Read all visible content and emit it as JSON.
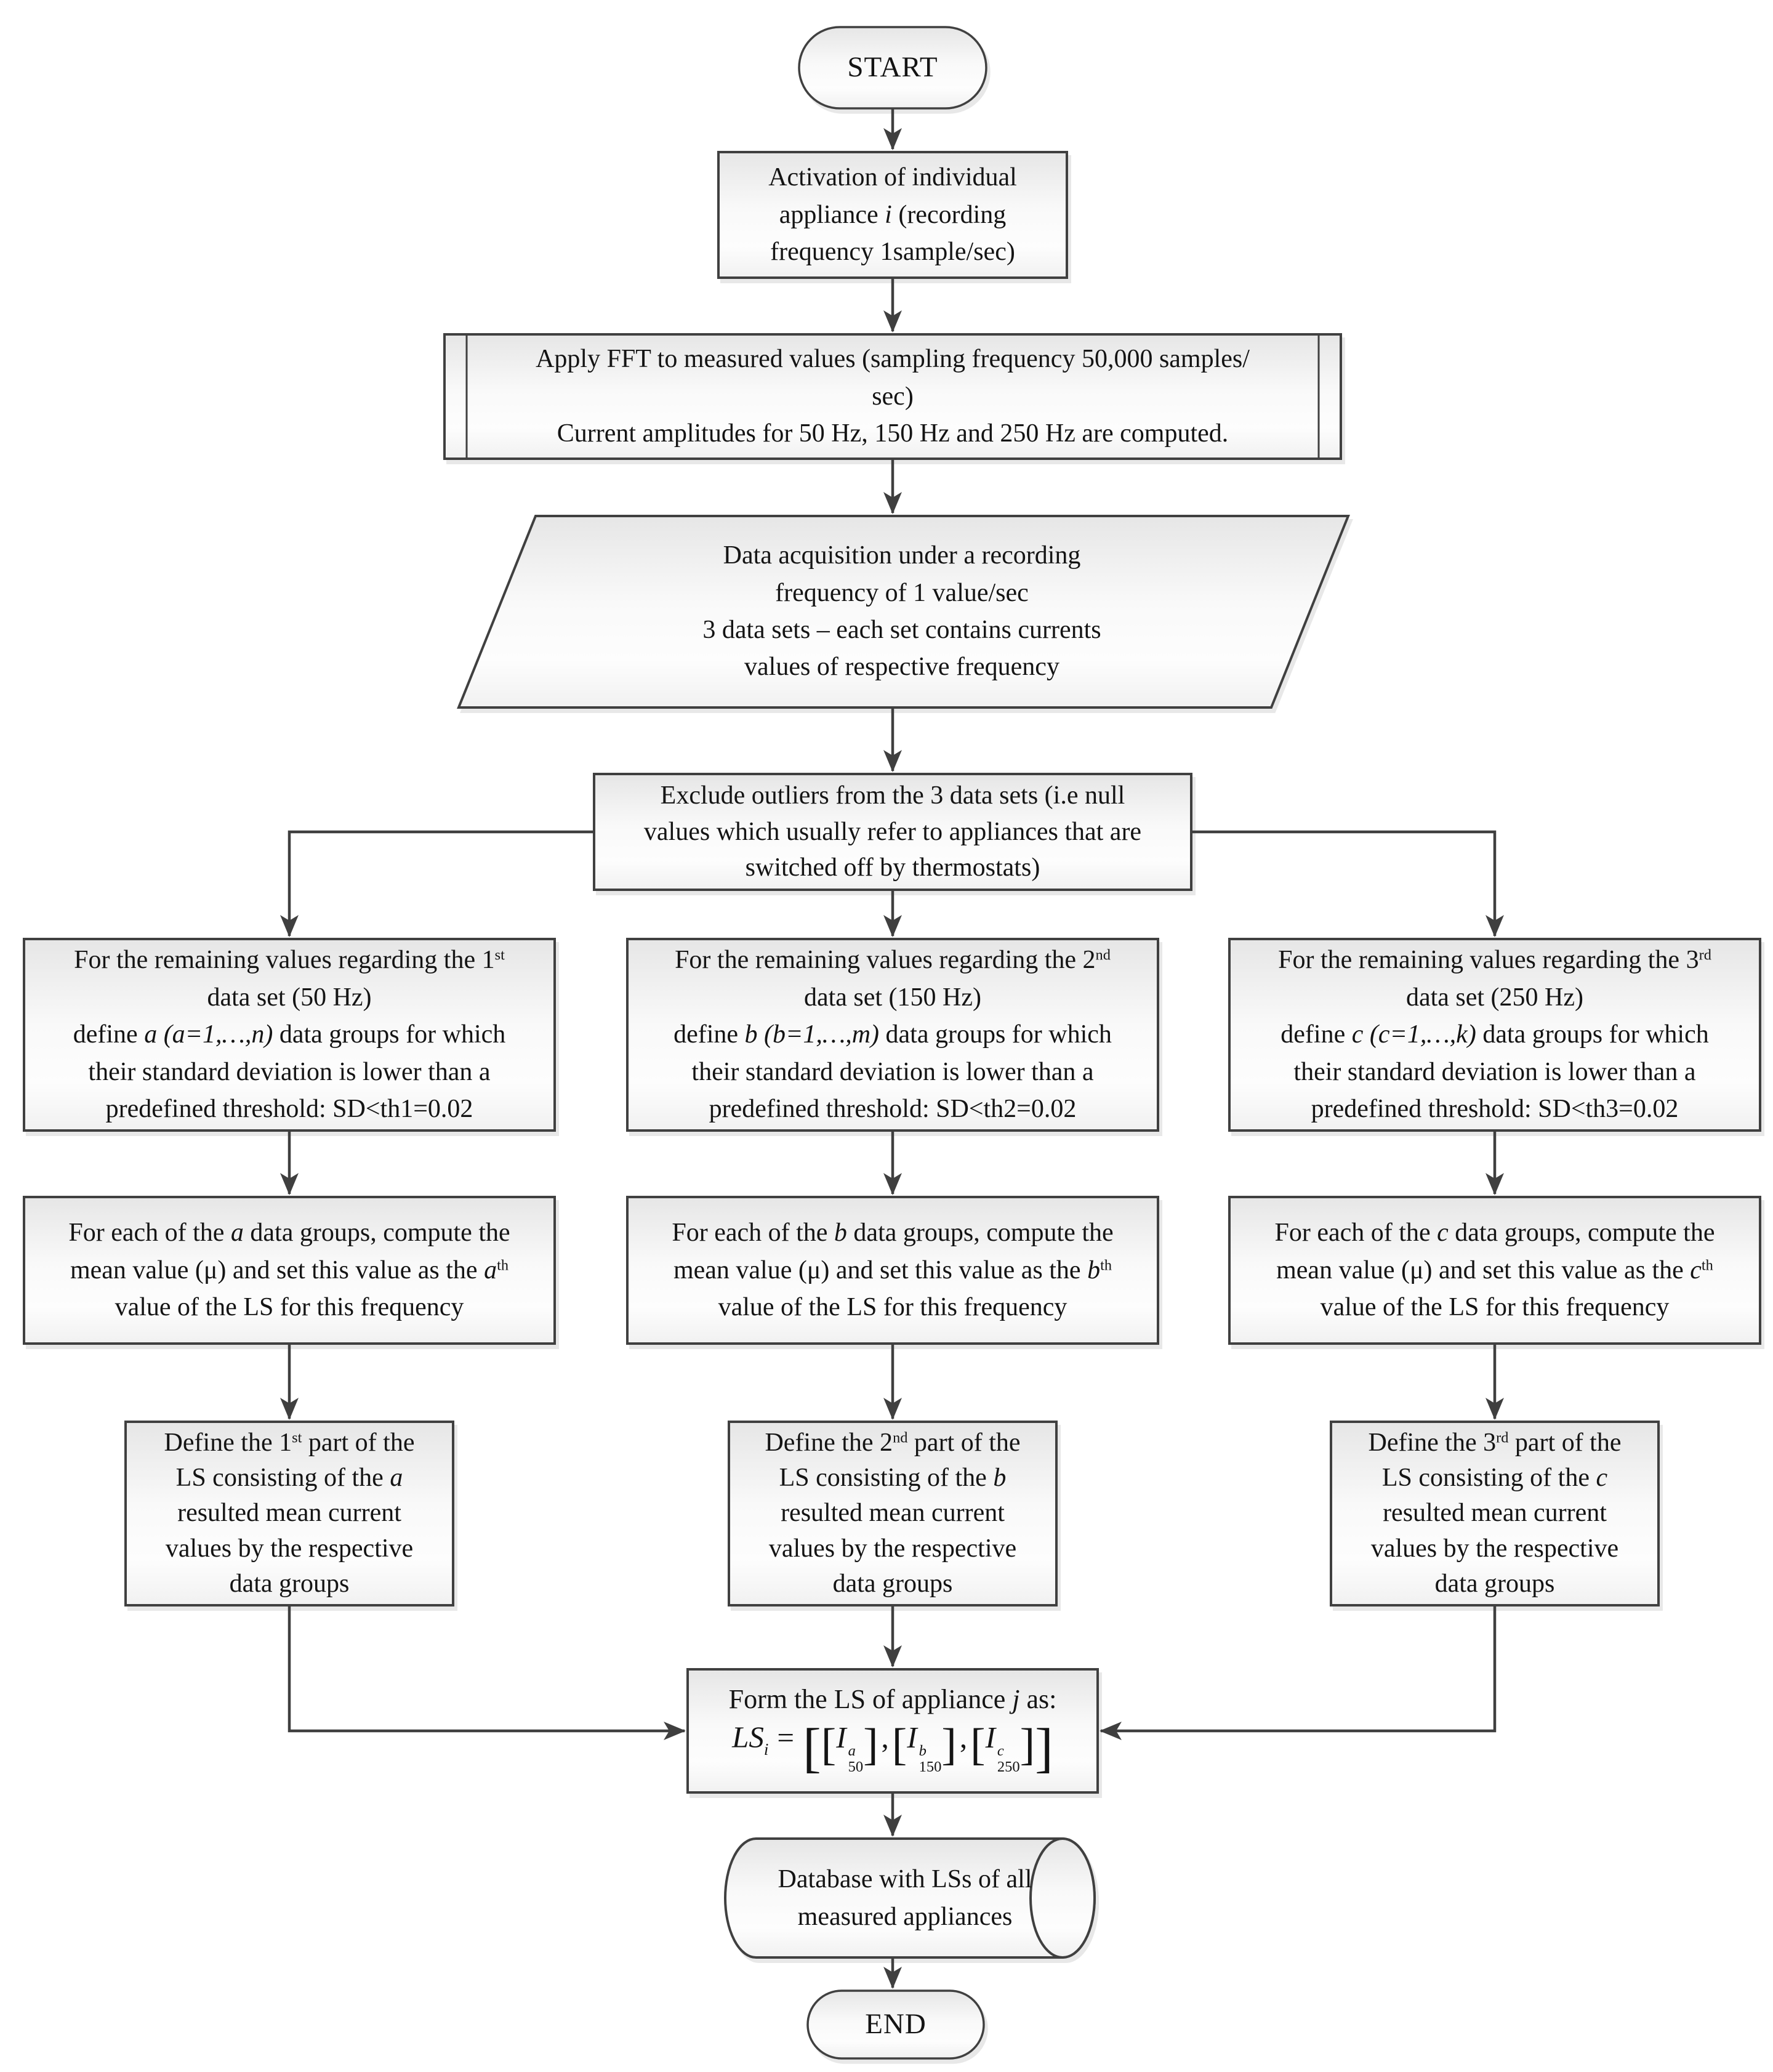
{
  "figure": {
    "type": "flowchart",
    "background": "#ffffff",
    "stroke_color": "#3f3f3f",
    "box_fill_top": "#e6e6e6",
    "box_fill_bottom": "#f3f3f3",
    "text_color": "#141414"
  },
  "nodes": {
    "start": {
      "label": "START"
    },
    "activation": {
      "l1": "Activation of individual",
      "l2a": "appliance ",
      "l2it": "i",
      "l2b": " (recording",
      "l3": "frequency 1sample/sec)"
    },
    "fft": {
      "text": "Apply FFT to measured values (sampling frequency 50,000 samples/\nsec)\nCurrent amplitudes for 50 Hz, 150 Hz and 250 Hz are computed."
    },
    "acquisition": {
      "text": "Data acquisition under a recording\nfrequency of 1 value/sec\n3 data sets – each set contains currents\nvalues of respective frequency"
    },
    "exclude": {
      "text": "Exclude outliers from the 3 data sets (i.e null\nvalues which usually refer to appliances that are\nswitched off by thermostats)"
    },
    "columns": [
      {
        "define": {
          "l1": "For the remaining values regarding the 1",
          "l1sup": "st",
          "l2": "data set (50 Hz)",
          "l3a": "define ",
          "l3it": "a (a=1,…,n)",
          "l3b": " data groups for which",
          "l4": "their standard deviation is lower than a",
          "l5": "predefined threshold: SD<th1=0.02"
        },
        "compute": {
          "l1a": "For each of the ",
          "l1it": "a",
          "l1b": " data groups, compute the",
          "l2a": "mean value (μ) and set this value as the ",
          "l2it": "a",
          "l2sup": "th",
          "l3": "value of the LS for this frequency"
        },
        "part": {
          "l1a": "Define the 1",
          "l1sup": "st",
          "l1b": " part of the",
          "l2a": "LS consisting of the ",
          "l2it": "a",
          "l3": "resulted mean current",
          "l4": "values by the respective",
          "l5": "data groups"
        }
      },
      {
        "define": {
          "l1": "For the remaining values regarding the 2",
          "l1sup": "nd",
          "l2": "data set (150 Hz)",
          "l3a": "define ",
          "l3it": "b (b=1,…,m)",
          "l3b": " data groups for which",
          "l4": "their standard deviation is lower than a",
          "l5": "predefined threshold: SD<th2=0.02"
        },
        "compute": {
          "l1a": "For each of the ",
          "l1it": "b",
          "l1b": " data groups, compute the",
          "l2a": "mean value (μ) and set this value as the ",
          "l2it": "b",
          "l2sup": "th",
          "l3": "value of the LS for this frequency"
        },
        "part": {
          "l1a": "Define the 2",
          "l1sup": "nd",
          "l1b": " part of the",
          "l2a": "LS consisting of the ",
          "l2it": "b",
          "l3": "resulted mean current",
          "l4": "values by the respective",
          "l5": "data groups"
        }
      },
      {
        "define": {
          "l1": "For the remaining values regarding the 3",
          "l1sup": "rd",
          "l2": "data set (250 Hz)",
          "l3a": "define ",
          "l3it": "c (c=1,…,k)",
          "l3b": " data groups for which",
          "l4": "their standard deviation is lower than a",
          "l5": "predefined threshold: SD<th3=0.02"
        },
        "compute": {
          "l1a": "For each of the ",
          "l1it": "c",
          "l1b": " data groups, compute the",
          "l2a": "mean value (μ) and set this value as the ",
          "l2it": "c",
          "l2sup": "th",
          "l3": "value of the LS for this frequency"
        },
        "part": {
          "l1a": "Define the 3",
          "l1sup": "rd",
          "l1b": " part of the",
          "l2a": "LS consisting of the ",
          "l2it": "c",
          "l3": "resulted mean current",
          "l4": "values by the respective",
          "l5": "data groups"
        }
      }
    ],
    "form": {
      "t1": "Form the LS of appliance ",
      "tit": "j",
      "t2": " as:",
      "lhs": "LS",
      "lhs_sub": "i",
      "eq": "=",
      "open": "[",
      "close": "]",
      "sep": ",",
      "terms": [
        {
          "base": "I",
          "sup": "a",
          "sub": "50"
        },
        {
          "base": "I",
          "sup": "b",
          "sub": "150"
        },
        {
          "base": "I",
          "sup": "c",
          "sub": "250"
        }
      ]
    },
    "database": {
      "text": "Database with LSs of all\nmeasured appliances"
    },
    "end": {
      "label": "END"
    }
  }
}
